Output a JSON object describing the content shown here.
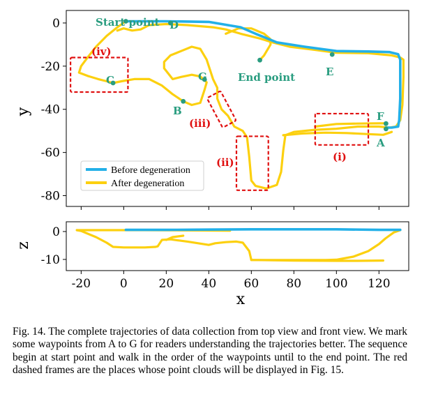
{
  "chart_data": [
    {
      "type": "line",
      "view": "top",
      "xlabel": "",
      "ylabel": "y",
      "xlim": [
        -27,
        134
      ],
      "ylim": [
        -85,
        5.8
      ],
      "yticks": [
        0,
        -20,
        -40,
        -60,
        -80
      ],
      "colors": {
        "before": "#23b0e8",
        "after": "#fcd00f",
        "waypoint": "#2a9d80",
        "frame": "#e01010"
      },
      "series": [
        {
          "name": "Before degeneration",
          "points": [
            [
              1,
              0.8
            ],
            [
              20,
              0.8
            ],
            [
              40,
              0.5
            ],
            [
              55,
              -2
            ],
            [
              62,
              -5
            ],
            [
              72,
              -9
            ],
            [
              85,
              -11
            ],
            [
              100,
              -13
            ],
            [
              115,
              -13.2
            ],
            [
              125,
              -13.5
            ],
            [
              129,
              -14.5
            ],
            [
              130,
              -17
            ],
            [
              130,
              -25
            ],
            [
              130,
              -35
            ],
            [
              129.5,
              -45
            ],
            [
              129,
              -48
            ],
            [
              126,
              -48.5
            ],
            [
              123.3,
              -48.5
            ]
          ]
        },
        {
          "name": "After degeneration",
          "points": [
            [
              1,
              0.8
            ],
            [
              -3,
              -2
            ],
            [
              -8,
              -6
            ],
            [
              -13,
              -11
            ],
            [
              -17,
              -16
            ],
            [
              -20,
              -20
            ],
            [
              -21,
              -23
            ],
            [
              -17,
              -24.5
            ],
            [
              -12,
              -26
            ],
            [
              -8,
              -27
            ],
            [
              -5,
              -27.8
            ],
            [
              -1,
              -27
            ],
            [
              5,
              -26
            ],
            [
              12,
              -26
            ],
            [
              18,
              -29
            ],
            [
              23,
              -33
            ],
            [
              28,
              -36.3
            ],
            [
              32,
              -38
            ],
            [
              36,
              -37
            ],
            [
              38,
              -31
            ],
            [
              39,
              -27.5
            ],
            [
              38,
              -26.5
            ],
            [
              36,
              -24.8
            ],
            [
              32,
              -24
            ],
            [
              27,
              -25
            ],
            [
              23,
              -26
            ],
            [
              19,
              -21
            ],
            [
              19,
              -18
            ],
            [
              22,
              -15
            ],
            [
              27,
              -13
            ],
            [
              32,
              -11
            ],
            [
              36,
              -12
            ],
            [
              39,
              -17
            ],
            [
              42,
              -26
            ],
            [
              44,
              -30
            ],
            [
              44,
              -35
            ],
            [
              46,
              -40
            ],
            [
              49,
              -43
            ],
            [
              52,
              -48
            ],
            [
              56,
              -50
            ],
            [
              58,
              -53
            ],
            [
              59,
              -62
            ],
            [
              60,
              -73
            ],
            [
              62,
              -75.5
            ],
            [
              67,
              -76.7
            ],
            [
              72,
              -75
            ],
            [
              74,
              -69
            ],
            [
              75,
              -59
            ],
            [
              76,
              -52
            ],
            [
              80,
              -50.5
            ],
            [
              90,
              -49.5
            ],
            [
              100,
              -49
            ],
            [
              110,
              -48
            ],
            [
              120,
              -48
            ],
            [
              125,
              -48.5
            ],
            [
              128,
              -48
            ],
            [
              130,
              -45
            ],
            [
              131,
              -38
            ],
            [
              131.5,
              -25
            ],
            [
              131.5,
              -17
            ],
            [
              130,
              -16
            ],
            [
              126,
              -15
            ],
            [
              115,
              -14
            ],
            [
              100,
              -13.8
            ],
            [
              90,
              -12.5
            ],
            [
              78,
              -11
            ],
            [
              70,
              -9
            ],
            [
              64,
              -7.2
            ],
            [
              55,
              -5
            ],
            [
              48,
              -3
            ],
            [
              42,
              -2
            ],
            [
              30,
              -1
            ],
            [
              20,
              -0.5
            ],
            [
              12,
              -1
            ],
            [
              8,
              -3
            ],
            [
              4,
              -3.5
            ],
            [
              0,
              -2.5
            ],
            [
              -3,
              -3.5
            ]
          ]
        },
        {
          "name": "After degeneration",
          "points": [
            [
              48,
              -5
            ],
            [
              54,
              -2.5
            ],
            [
              60,
              -2.5
            ],
            [
              66,
              -5
            ],
            [
              69,
              -7.5
            ],
            [
              69,
              -10
            ],
            [
              66,
              -15
            ],
            [
              64,
              -17.2
            ]
          ]
        },
        {
          "name": "After degeneration",
          "points": [
            [
              75,
              -52
            ],
            [
              84,
              -51.2
            ],
            [
              95,
              -50.8
            ],
            [
              105,
              -51
            ],
            [
              115,
              -51.5
            ],
            [
              122,
              -51.8
            ],
            [
              126,
              -50.5
            ]
          ]
        },
        {
          "name": "After degeneration",
          "points": [
            [
              90,
              -48
            ],
            [
              100,
              -46.8
            ],
            [
              110,
              -46.6
            ],
            [
              120,
              -46.5
            ],
            [
              123.3,
              -46.5
            ]
          ]
        }
      ],
      "waypoints": [
        {
          "label": "Start point",
          "x": 1,
          "y": 0.8
        },
        {
          "label": "D",
          "x": 22,
          "y": 0
        },
        {
          "label": "End point",
          "x": 64,
          "y": -17.2
        },
        {
          "label": "E",
          "x": 98,
          "y": -14.6
        },
        {
          "label": "C",
          "x": -5,
          "y": -27.8
        },
        {
          "label": "G",
          "x": 38,
          "y": -26.2
        },
        {
          "label": "B",
          "x": 28,
          "y": -36.3
        },
        {
          "label": "F",
          "x": 123.3,
          "y": -46.6
        },
        {
          "label": "A",
          "x": 123.3,
          "y": -49.1
        }
      ],
      "frames": [
        {
          "label": "(i)",
          "x": [
            90,
            115
          ],
          "y": [
            -42,
            -56.5
          ]
        },
        {
          "label": "(ii)",
          "x": [
            53,
            68
          ],
          "y": [
            -52.5,
            -77.5
          ]
        },
        {
          "label": "(iii)",
          "x": [
            40,
            52
          ],
          "y": [
            -32,
            -48
          ]
        },
        {
          "label": "(iv)",
          "x": [
            -25,
            2
          ],
          "y": [
            -16,
            -32
          ]
        }
      ]
    },
    {
      "type": "line",
      "view": "front",
      "xlabel": "x",
      "ylabel": "z",
      "xlim": [
        -27,
        134
      ],
      "ylim": [
        -14,
        3.5
      ],
      "xticks": [
        -20,
        0,
        20,
        40,
        60,
        80,
        100,
        120
      ],
      "yticks": [
        0,
        -10
      ],
      "series": [
        {
          "name": "After degeneration",
          "points": [
            [
              -22,
              0.5
            ],
            [
              -20,
              0.2
            ],
            [
              -13,
              -2
            ],
            [
              -8,
              -4
            ],
            [
              -5,
              -5.5
            ],
            [
              0,
              -5.7
            ],
            [
              10,
              -5.7
            ],
            [
              15,
              -5.5
            ],
            [
              16,
              -5.3
            ],
            [
              18,
              -3
            ],
            [
              22,
              -2.8
            ],
            [
              26,
              -3.2
            ],
            [
              30,
              -3.6
            ],
            [
              35,
              -4.2
            ],
            [
              40,
              -4.8
            ],
            [
              43,
              -4.2
            ],
            [
              48,
              -3.8
            ],
            [
              53,
              -3.6
            ],
            [
              56,
              -4
            ],
            [
              59,
              -7
            ],
            [
              60,
              -10.2
            ],
            [
              65,
              -10.2
            ],
            [
              80,
              -10.2
            ],
            [
              95,
              -10.2
            ],
            [
              100,
              -10.1
            ],
            [
              108,
              -9
            ],
            [
              115,
              -7
            ],
            [
              120,
              -4.5
            ],
            [
              123,
              -2.5
            ],
            [
              127,
              -0.3
            ],
            [
              130,
              0.5
            ]
          ]
        },
        {
          "name": "After degeneration",
          "points": [
            [
              -22,
              0.5
            ],
            [
              10,
              0.5
            ],
            [
              30,
              0.4
            ],
            [
              50,
              0.3
            ]
          ]
        },
        {
          "name": "After degeneration",
          "points": [
            [
              20,
              -3
            ],
            [
              23,
              -2
            ],
            [
              28,
              -1.5
            ]
          ]
        },
        {
          "name": "After degeneration",
          "points": [
            [
              60,
              -10.2
            ],
            [
              80,
              -10.4
            ],
            [
              100,
              -10.5
            ],
            [
              110,
              -10.5
            ],
            [
              122,
              -10.4
            ]
          ]
        },
        {
          "name": "Before degeneration",
          "points": [
            [
              1,
              0.6
            ],
            [
              20,
              0.6
            ],
            [
              40,
              0.7
            ],
            [
              60,
              0.8
            ],
            [
              80,
              0.8
            ],
            [
              100,
              0.8
            ],
            [
              120,
              0.6
            ],
            [
              130,
              0.6
            ]
          ]
        }
      ]
    }
  ],
  "legend": {
    "before": "Before degeneration",
    "after": "After degeneration"
  },
  "labels": {
    "start": "Start point",
    "end": "End point",
    "A": "A",
    "B": "B",
    "C": "C",
    "D": "D",
    "E": "E",
    "F": "F",
    "G": "G",
    "i": "(i)",
    "ii": "(ii)",
    "iii": "(iii)",
    "iv": "(iv)"
  },
  "axis": {
    "top_ylabel": "y",
    "bottom_ylabel": "z",
    "bottom_xlabel": "x"
  },
  "caption": "Fig. 14.  The complete trajectories of data collection from top view and front view. We mark some waypoints from A to G for readers understanding the trajectories better. The sequence begin at start point and walk in the order of the waypoints until to the end point. The red dashed frames are the places whose point clouds will be displayed in Fig. 15."
}
